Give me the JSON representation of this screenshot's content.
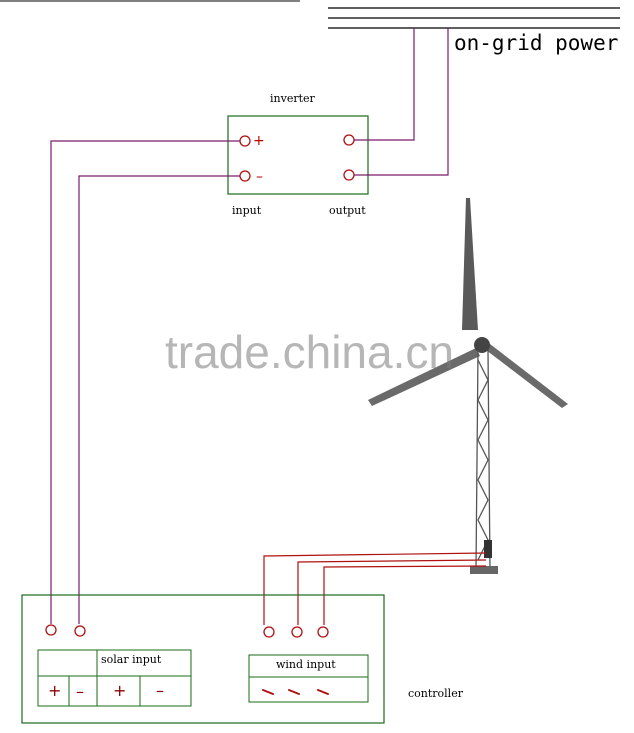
{
  "labels": {
    "on_grid": "on-grid power",
    "inverter": "inverter",
    "inverter_input": "input",
    "inverter_output": "output",
    "solar_input": "solar input",
    "wind_input": "wind input",
    "controller": "controller"
  },
  "symbols": {
    "plus": "+",
    "minus": "–"
  },
  "watermark": "trade.china.cn",
  "colors": {
    "box_border": "#1a6b1a",
    "wire": "#7a1a6b",
    "wire_red": "#b01010",
    "terminal": "#b01010",
    "grid_lines": "#000000",
    "tower": "#555555"
  }
}
